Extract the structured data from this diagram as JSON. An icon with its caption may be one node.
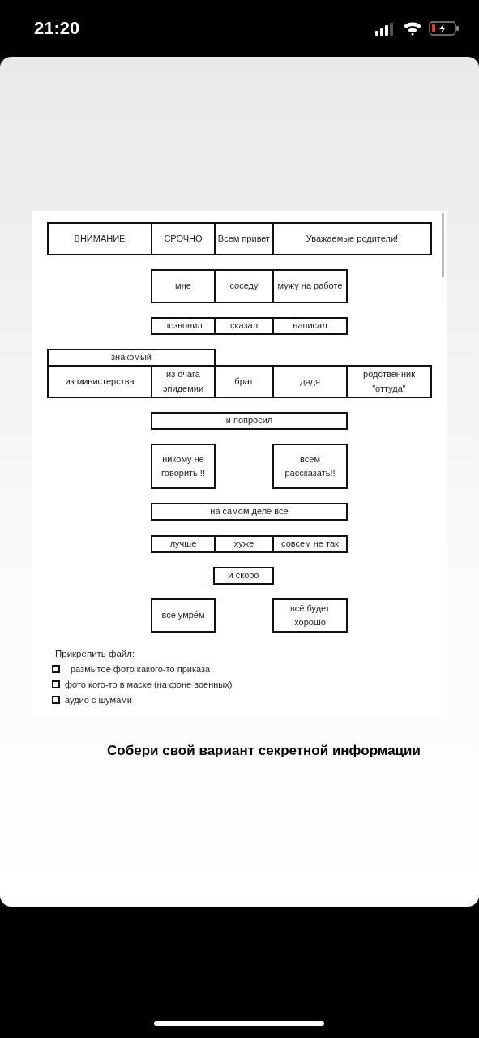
{
  "diagram": {
    "caption": "Собери свой вариант секретной информации",
    "nodes": [
      {
        "text": [
          "ВНИМАНИЕ"
        ]
      },
      {
        "text": [
          "СРОЧНО"
        ]
      },
      {
        "text": [
          "Всем привет"
        ]
      },
      {
        "text": [
          "Уважаемые родители!"
        ]
      },
      {
        "text": [
          "мне"
        ]
      },
      {
        "text": [
          "соседу"
        ]
      },
      {
        "text": [
          "мужу на работе"
        ]
      },
      {
        "text": [
          "позвонил"
        ]
      },
      {
        "text": [
          "сказал"
        ]
      },
      {
        "text": [
          "написал"
        ]
      },
      {
        "text": [
          "знакомый"
        ]
      },
      {
        "text": [
          "из министерства"
        ]
      },
      {
        "text": [
          "из очага эпидемии"
        ]
      },
      {
        "text": [
          "брат"
        ]
      },
      {
        "text": [
          "дядя"
        ]
      },
      {
        "text": [
          "родственник \"оттуда\""
        ]
      },
      {
        "text": [
          "и попросил"
        ]
      },
      {
        "text": [
          "никому не говорить !!"
        ]
      },
      {
        "text": [
          "всем рассказать!!"
        ]
      },
      {
        "text": [
          "на самом деле всё"
        ]
      },
      {
        "text": [
          "лучше"
        ]
      },
      {
        "text": [
          "хуже"
        ]
      },
      {
        "text": [
          "совсем не так"
        ]
      },
      {
        "text": [
          "и скоро"
        ]
      },
      {
        "text": [
          "все умрём"
        ]
      },
      {
        "text": [
          "всё будет хорошо"
        ]
      }
    ],
    "labels": [
      "21:20",
      "Прикрепить файл:",
      "размытое фото какого-то приказа",
      "фото кого-то в маске (на фоне военных)",
      "аудио с шумами"
    ]
  }
}
